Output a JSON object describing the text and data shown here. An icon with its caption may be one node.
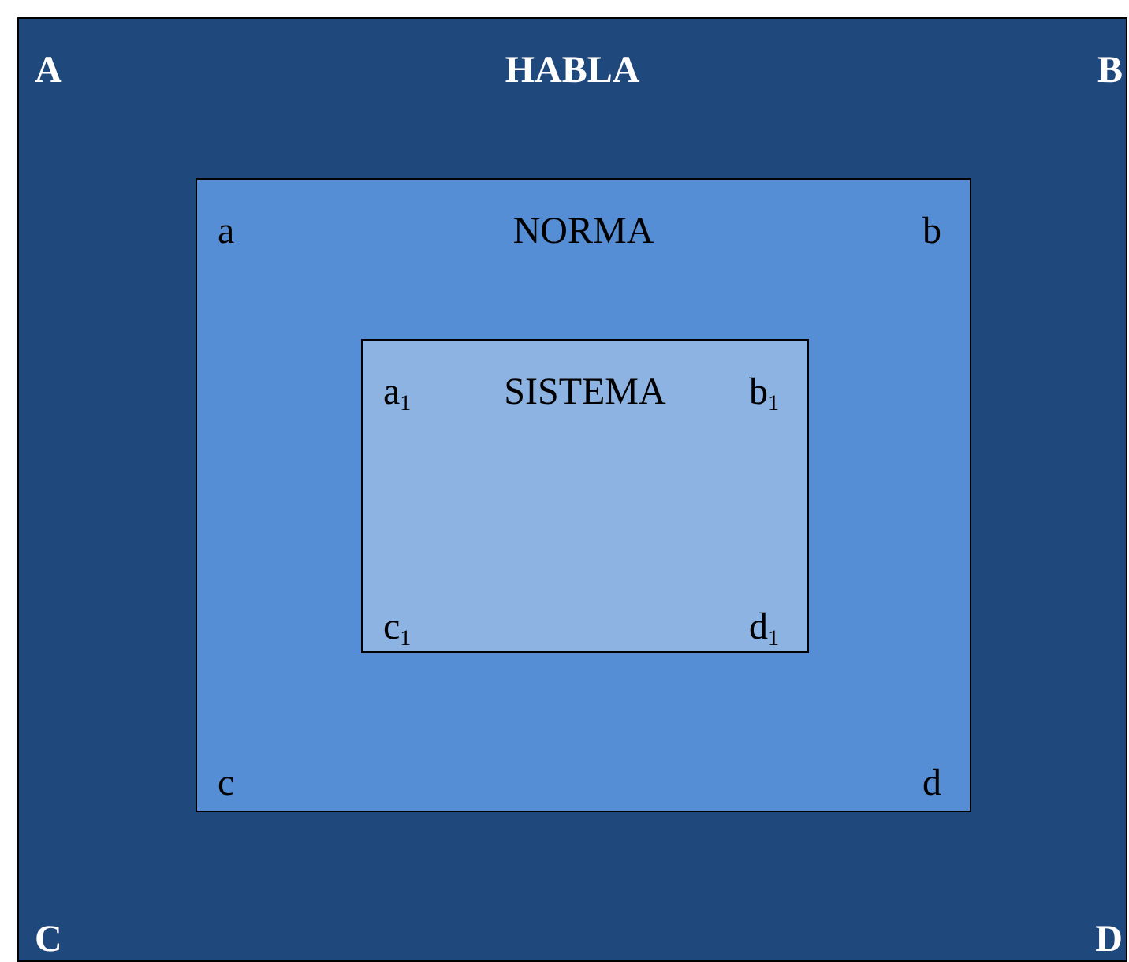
{
  "diagram": {
    "nodes": [
      {
        "text": [
          "A",
          "HABLA",
          "B",
          "C",
          "D"
        ]
      },
      {
        "text": [
          "a",
          "NORMA",
          "b",
          "c",
          "d"
        ],
        "in": 0
      },
      {
        "text": [
          "a$_{1}$",
          "SISTEMA",
          "b$_{1}$",
          "c$_{1}$",
          "d$_{1}$"
        ],
        "in": 1
      }
    ]
  }
}
